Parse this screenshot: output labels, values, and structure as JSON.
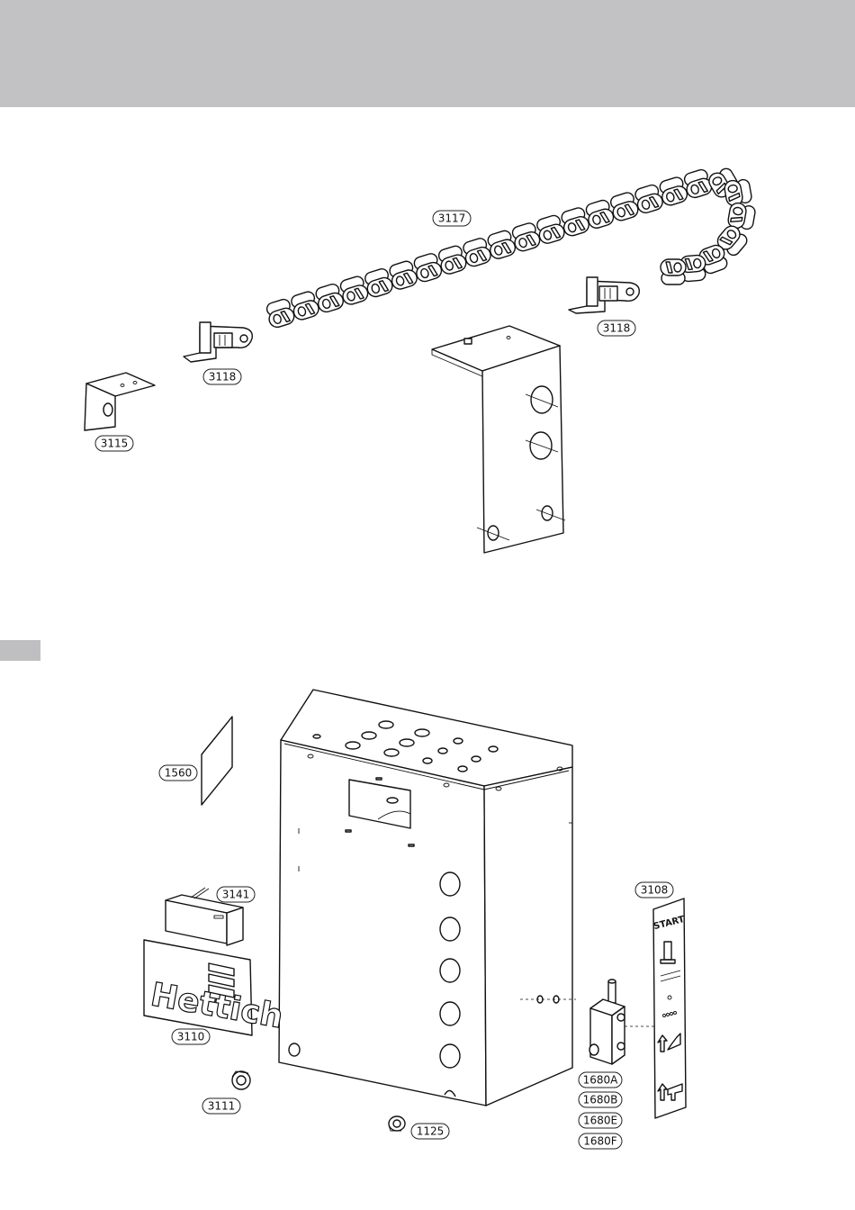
{
  "page": {
    "header_color": "#c2c2c4",
    "side_tab_color": "#bfbfc1"
  },
  "callouts": {
    "drag_chain": "3117",
    "chain_end_right": "3118",
    "chain_end_left": "3118",
    "angle_bracket_small": "3115",
    "glass_plate": "1560",
    "display_module": "3141",
    "label_plate": "3110",
    "cable_gland": "3111",
    "grommet": "1125",
    "scale_strip": "3108",
    "valve_a": "1680A",
    "valve_b": "1680B",
    "valve_e": "1680E",
    "valve_f": "1680F"
  },
  "brand": {
    "logo_text": "Hettich"
  },
  "scale_strip": {
    "start_text": "START"
  }
}
